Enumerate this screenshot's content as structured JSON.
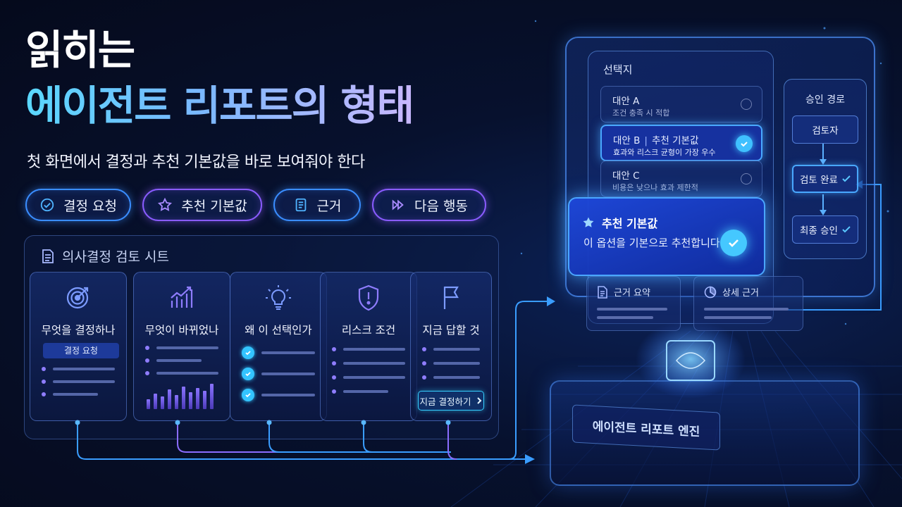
{
  "title": {
    "line1": "읽히는",
    "line2": "에이전트 리포트의 형태"
  },
  "subtitle": "첫 화면에서 결정과 추천 기본값을 바로 보여줘야 한다",
  "pills": [
    {
      "label": "결정 요청",
      "icon": "check-circle-icon"
    },
    {
      "label": "추천 기본값",
      "icon": "star-icon"
    },
    {
      "label": "근거",
      "icon": "document-icon"
    },
    {
      "label": "다음 행동",
      "icon": "fast-forward-icon"
    }
  ],
  "sheet": {
    "title": "의사결정 검토 시트",
    "cards": [
      {
        "label": "무엇을 결정하나",
        "tag": "결정 요청",
        "icon": "target-icon"
      },
      {
        "label": "무엇이 바뀌었나",
        "icon": "growth-chart-icon"
      },
      {
        "label": "왜 이 선택인가",
        "icon": "lightbulb-icon"
      },
      {
        "label": "리스크 조건",
        "icon": "shield-alert-icon"
      },
      {
        "label": "지금 답할 것",
        "button": "지금 결정하기",
        "icon": "flag-icon"
      }
    ]
  },
  "panel": {
    "choices_title": "선택지",
    "options": [
      {
        "name": "대안 A",
        "desc": "조건 충족 시 적합"
      },
      {
        "name": "대안 B",
        "badge": "추천 기본값",
        "desc": "효과와 리스크 균형이 가장 우수"
      },
      {
        "name": "대안 C",
        "desc": "비용은 낮으나 효과 제한적"
      }
    ],
    "recommendation": {
      "title": "추천 기본값",
      "body": "이 옵션을 기본으로 추천합니다"
    },
    "approval": {
      "title": "승인 경로",
      "steps": [
        "검토자",
        "검토 완료",
        "최종 승인"
      ]
    },
    "evidence": [
      {
        "label": "근거 요약"
      },
      {
        "label": "상세 근거"
      }
    ],
    "engine_label": "에이전트 리포트 엔진"
  },
  "colors": {
    "accent_blue": "#3a8dff",
    "accent_violet": "#8a5cff",
    "check_cyan": "#33c4ff"
  }
}
